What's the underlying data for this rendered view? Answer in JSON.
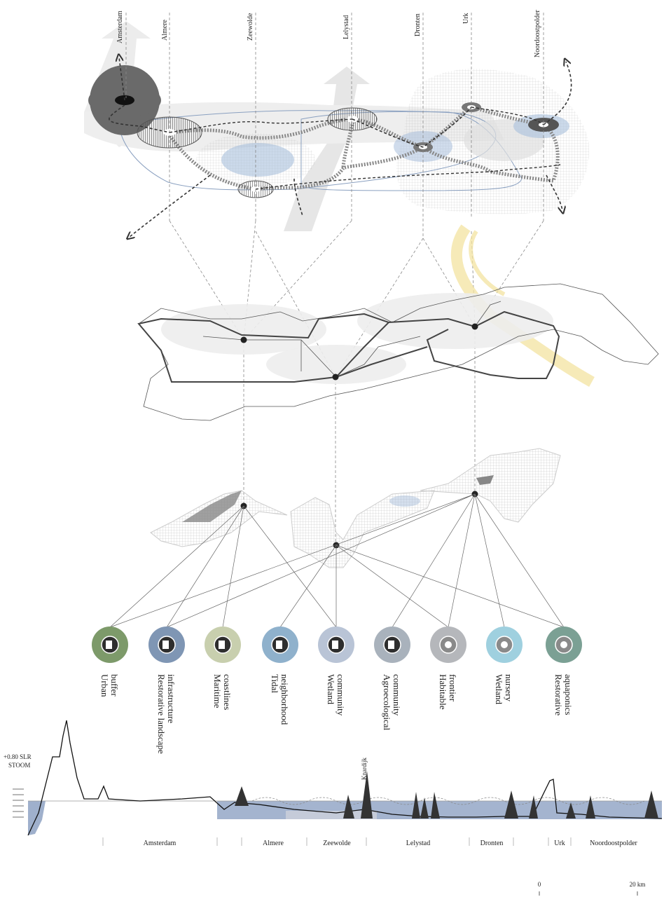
{
  "cities_top": [
    "Amsterdam",
    "Almere",
    "Zeewolde",
    "Lelystad",
    "Dronten",
    "Urk",
    "Noordoostpolder"
  ],
  "typologies": [
    {
      "line1": "Urban",
      "line2": "buffer",
      "color": "#7d9a6a"
    },
    {
      "line1": "Restorative landscape",
      "line2": "infrastructure",
      "color": "#7f96b4"
    },
    {
      "line1": "Maritime",
      "line2": "coastlines",
      "color": "#c8cfae"
    },
    {
      "line1": "Tidal",
      "line2": "neighborhood",
      "color": "#8fb1cc"
    },
    {
      "line1": "Wetland",
      "line2": "community",
      "color": "#b9c4d6"
    },
    {
      "line1": "Agroecological",
      "line2": "community",
      "color": "#a9b2bc"
    },
    {
      "line1": "Habitable",
      "line2": "frontier",
      "color": "#b5b7bb"
    },
    {
      "line1": "Wetland",
      "line2": "nursery",
      "color": "#9fd0df"
    },
    {
      "line1": "Restorative",
      "line2": "aquaponics",
      "color": "#7ba094"
    }
  ],
  "section": {
    "level_line1": "+0.80 SLR",
    "level_line2": "STOOM",
    "dike_label": "Knardijk",
    "segments": [
      "Amsterdam",
      "Almere",
      "Zeewolde",
      "Lelystad",
      "Dronten",
      "Urk",
      "Noordoostpolder"
    ]
  },
  "scale": {
    "start": "0",
    "end": "20 km"
  },
  "colors": {
    "water": "#9fb0cc",
    "dark": "#3d3d3d",
    "accent_blue": "#a9bfdc",
    "yellow": "#f3e3a0"
  }
}
